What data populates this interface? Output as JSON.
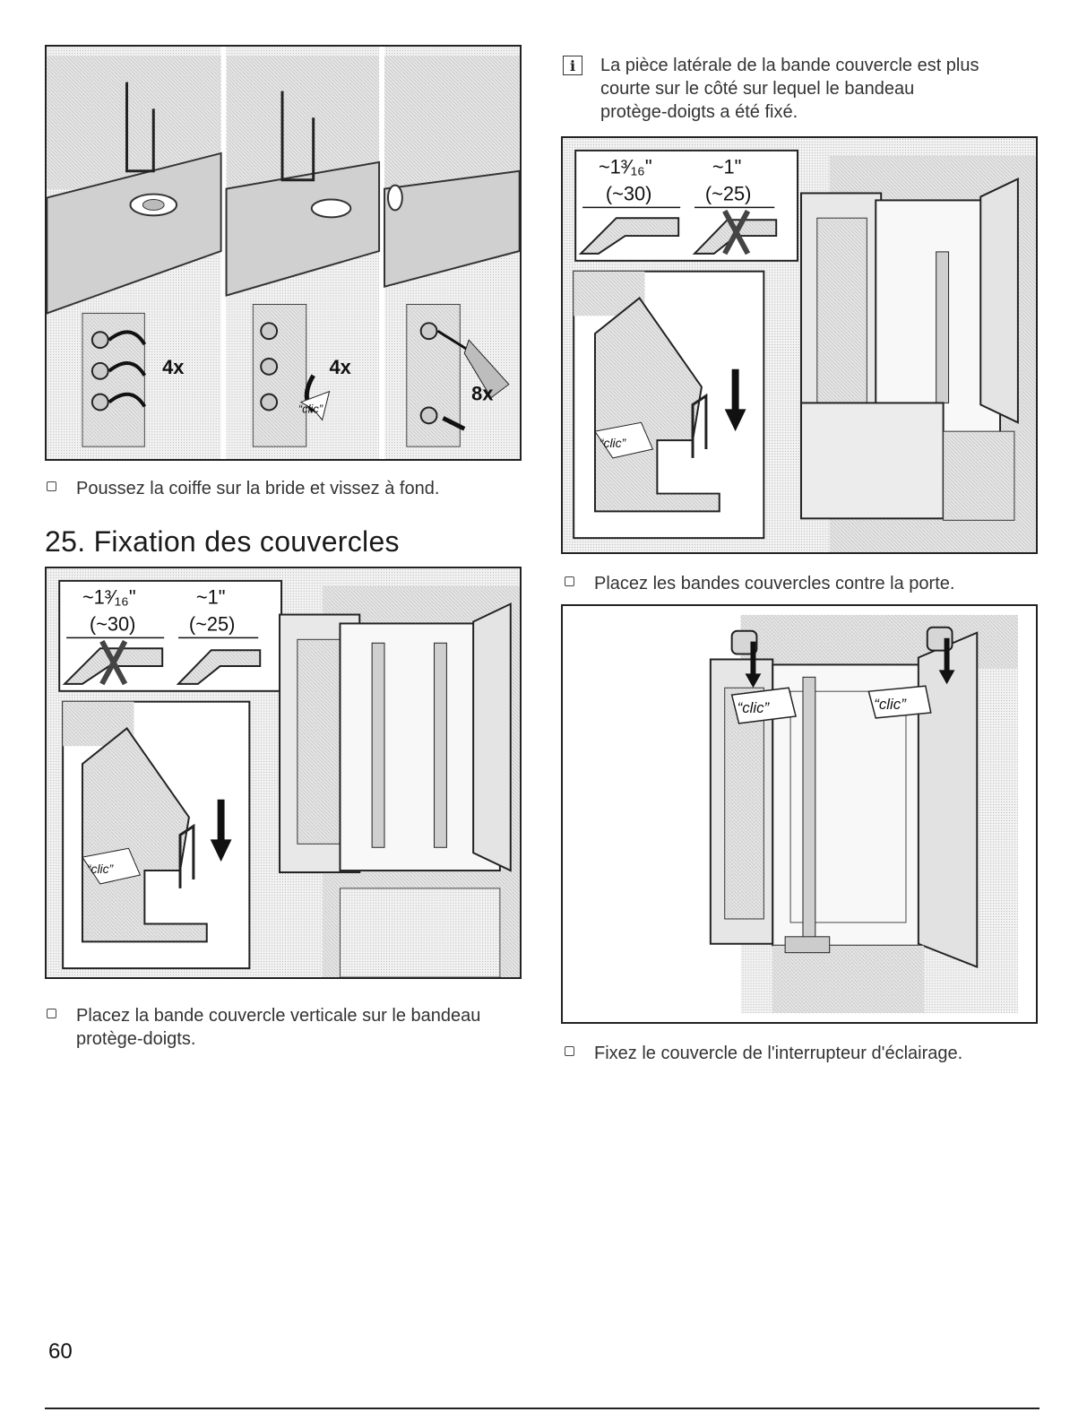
{
  "figures": {
    "fig1": {
      "labels": [
        "4x",
        "4x",
        "8x"
      ],
      "clic": "“clic”"
    },
    "fig2": {
      "dim1_in": "~1³⁄₁₆\"",
      "dim1_mm": "(~30)",
      "dim2_in": "~1\"",
      "dim2_mm": "(~25)",
      "clic": "“clic”"
    },
    "fig3": {
      "dim1_in": "~1³⁄₁₆\"",
      "dim1_mm": "(~30)",
      "dim2_in": "~1\"",
      "dim2_mm": "(~25)",
      "clic": "“clic”"
    },
    "fig4": {
      "clic_left": "“clic”",
      "clic_right": "“clic”"
    }
  },
  "left": {
    "step1": "Poussez la coiffe sur la bride et vissez à fond.",
    "section_title": "25. Fixation des couvercles",
    "step2_line1": "Placez la bande couvercle verticale sur le bandeau",
    "step2_line2": "protège-doigts."
  },
  "right": {
    "info_icon": "i",
    "info_line1": "La pièce latérale de la bande couvercle est plus",
    "info_line2": "courte sur le côté sur lequel le bandeau",
    "info_line3": "protège-doigts a été fixé.",
    "step3": "Placez les bandes couvercles contre la porte.",
    "step4": "Fixez le couvercle de l'interrupteur d'éclairage."
  },
  "page_number": "60"
}
